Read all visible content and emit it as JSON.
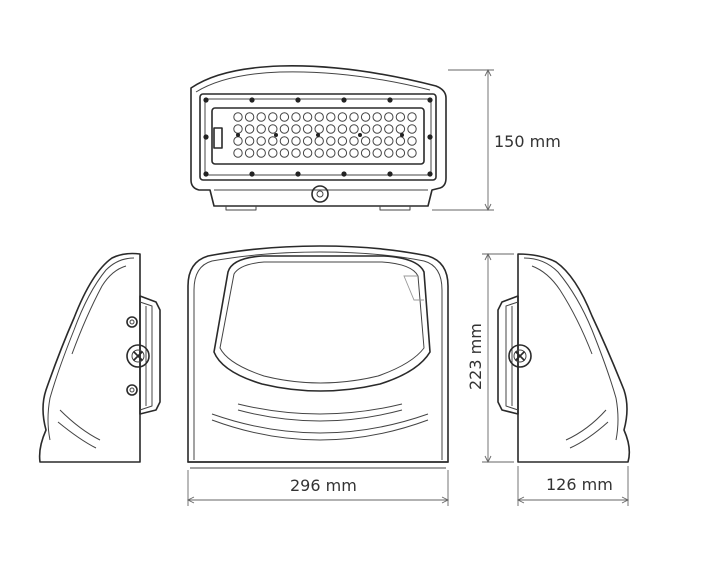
{
  "dimensions": {
    "height_top": "150 mm",
    "width_front": "296 mm",
    "height_front": "223 mm",
    "depth_side": "126 mm"
  }
}
